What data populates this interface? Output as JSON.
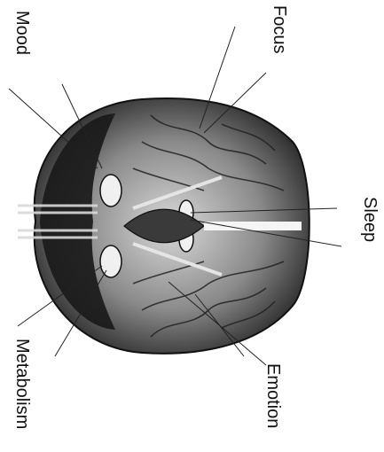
{
  "diagram": {
    "labels": {
      "mood": "Mood",
      "focus": "Focus",
      "sleep": "Sleep",
      "metabolism": "Metabolism",
      "emotion": "Emotion"
    },
    "colors": {
      "ink": "#111111",
      "brain_dark": "#1a1a1a",
      "brain_mid": "#5a5a5a",
      "brain_light": "#d9d9d9",
      "background": "#ffffff"
    }
  }
}
